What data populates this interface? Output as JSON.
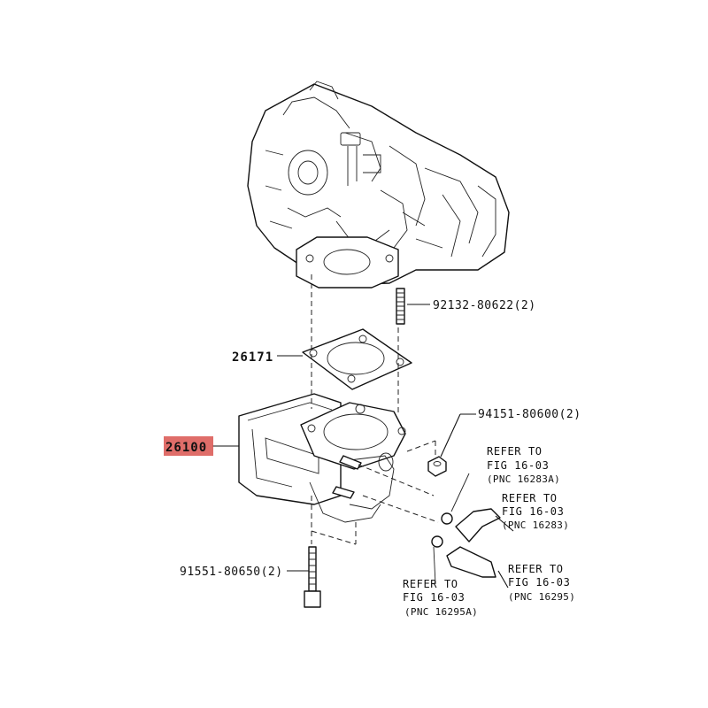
{
  "labels": {
    "manifold_stud": "92132-80622(2)",
    "gasket": "26171",
    "egr_valve": "26100",
    "nut": "94151-80600(2)",
    "bolt": "91551-80650(2)"
  },
  "highlight_color": "#d9534f",
  "refs": [
    {
      "line1": "REFER TO",
      "line2": "FIG 16-03",
      "line3": "(PNC 16283A)"
    },
    {
      "line1": "REFER TO",
      "line2": "FIG 16-03",
      "line3": "(PNC 16283)"
    },
    {
      "line1": "REFER TO",
      "line2": "FIG 16-03",
      "line3": "(PNC 16295)"
    },
    {
      "line1": "REFER TO",
      "line2": "FIG 16-03",
      "line3": "(PNC 16295A)"
    }
  ]
}
